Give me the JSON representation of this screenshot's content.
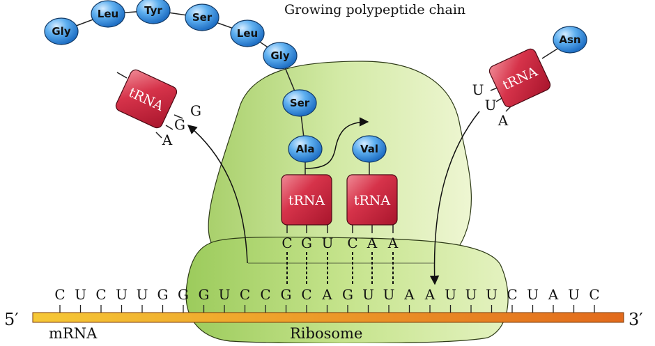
{
  "title": "Growing polypeptide chain",
  "labels": {
    "five_prime": "5′",
    "three_prime": "3′",
    "mrna": "mRNA",
    "ribosome": "Ribosome"
  },
  "chain": [
    "Gly",
    "Leu",
    "Tyr",
    "Ser",
    "Leu",
    "Gly",
    "Ser",
    "Ala"
  ],
  "incoming_amino_acid": "Val",
  "arriving_amino_acid": "Asn",
  "trna_label": "tRNA",
  "exiting_trna": {
    "label": "tRNA",
    "anticodon": [
      "G",
      "G",
      "A"
    ]
  },
  "psite_trna": {
    "label": "tRNA",
    "anticodon": [
      "C",
      "G",
      "U"
    ]
  },
  "asite_trna": {
    "label": "tRNA",
    "anticodon": [
      "C",
      "A",
      "A"
    ]
  },
  "arriving_trna": {
    "label": "tRNA",
    "anticodon": [
      "U",
      "U",
      "A"
    ]
  },
  "mrna_sequence": [
    "C",
    "U",
    "C",
    "U",
    "U",
    "G",
    "G",
    "G",
    "U",
    "C",
    "C",
    "G",
    "C",
    "A",
    "G",
    "U",
    "U",
    "A",
    "A",
    "U",
    "U",
    "U",
    "C",
    "U",
    "A",
    "U",
    "C"
  ],
  "colors": {
    "ribosome": "#c9e39a",
    "trna": "#d8334a",
    "amino_acid": "#3d9ee8",
    "mrna_start": "#f4c430",
    "mrna_end": "#e8701e"
  }
}
